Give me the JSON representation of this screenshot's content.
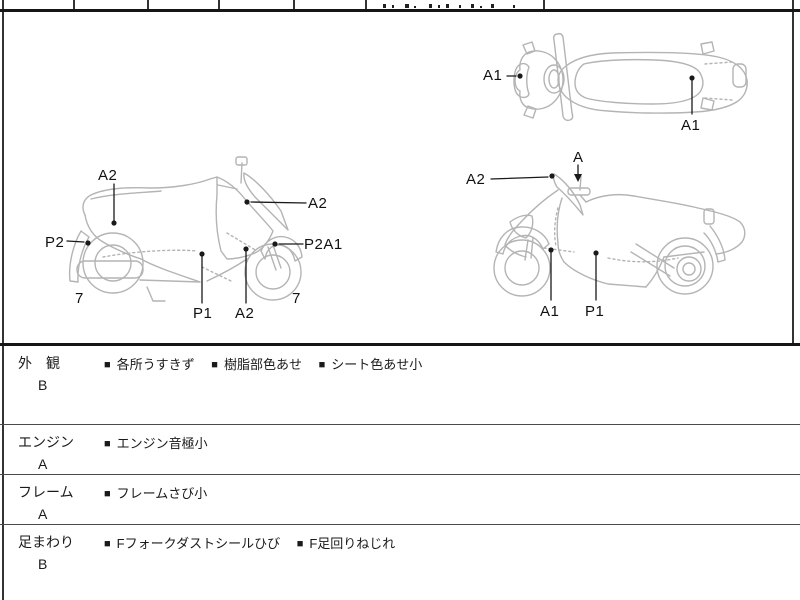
{
  "diagrams": {
    "top_view": {
      "labels": {
        "front": "A1",
        "rear": "A1"
      }
    },
    "left_side_view": {
      "labels": {
        "tail": "A2",
        "front_upper": "A2",
        "rear_flap": "P2",
        "front_fender": "P2A1",
        "floor": "P1",
        "front_lower": "A2",
        "rear_wheel": "7",
        "front_wheel": "7"
      }
    },
    "right_side_view": {
      "labels": {
        "windshield": "A2",
        "mirror": "A",
        "front_lower": "A1",
        "body": "P1"
      }
    }
  },
  "inspection_table": {
    "marker": "■",
    "rows": [
      {
        "category": "外　観",
        "grade": "B",
        "items": [
          "各所うすきず",
          "樹脂部色あせ",
          "シート色あせ小"
        ]
      },
      {
        "category": "エンジン",
        "grade": "A",
        "items": [
          "エンジン音極小"
        ]
      },
      {
        "category": "フレーム",
        "grade": "A",
        "items": [
          "フレームさび小"
        ]
      },
      {
        "category": "足まわり",
        "grade": "B",
        "items": [
          "Fフォークダストシールひび",
          "F足回りねじれ"
        ]
      }
    ]
  },
  "colors": {
    "line_art": "#b4b4b4",
    "annotation": "#1a1a1a",
    "border": "#333333"
  }
}
